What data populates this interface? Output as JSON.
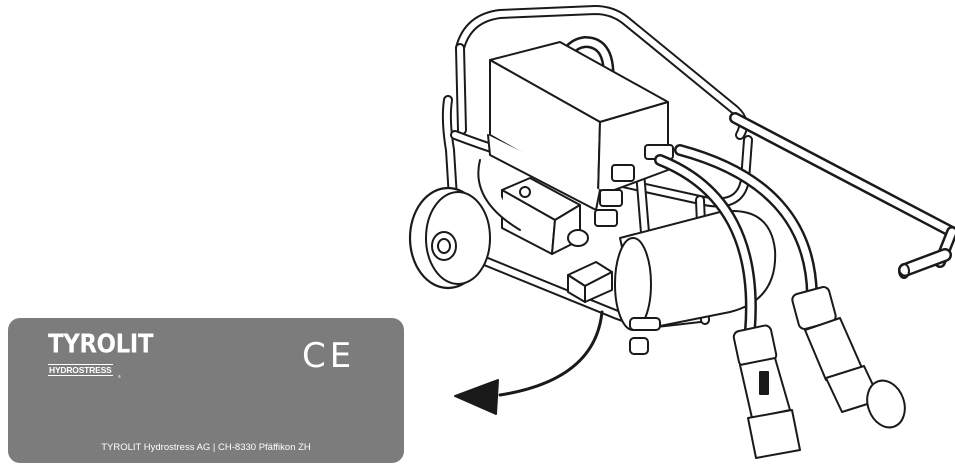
{
  "nameplate": {
    "brand": "TYROLIT",
    "sub_brand": "HYDROSTRESS",
    "registered_mark": "®",
    "certification": "CE",
    "address_line": "TYROLIT Hydrostress AG | CH-8330 Pfäffikon ZH",
    "background_color": "#7c7c7c",
    "text_color": "#ffffff"
  },
  "illustration": {
    "subject": "portable-hydraulic-power-unit-on-wheeled-frame",
    "line_color": "#1a1a1a",
    "arrow_direction": "left"
  }
}
